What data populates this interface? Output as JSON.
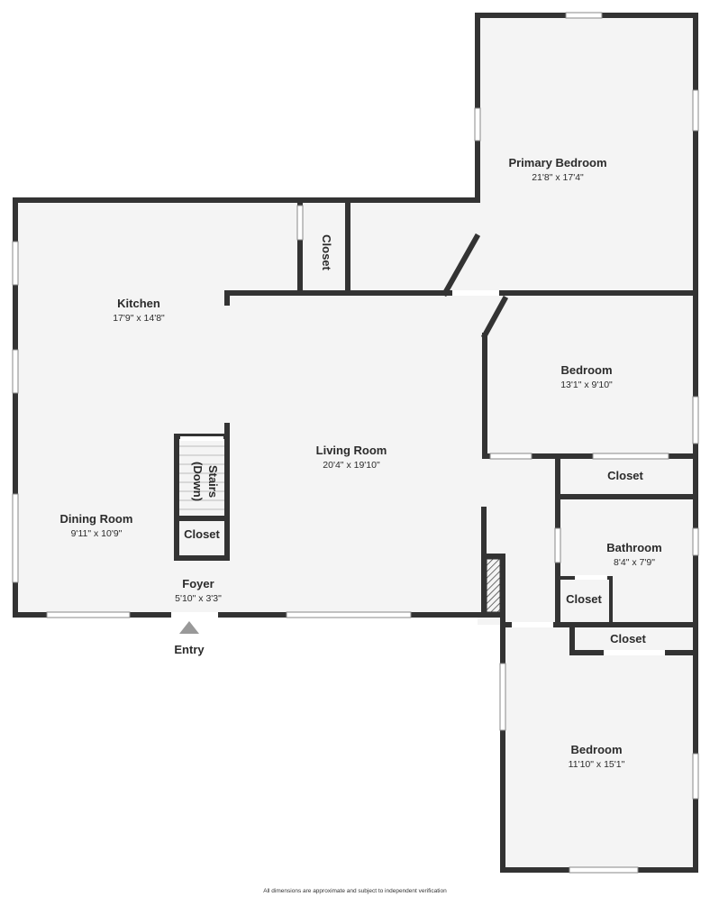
{
  "rooms": {
    "primary_bedroom": {
      "name": "Primary Bedroom",
      "dims": "21'8\" x 17'4\""
    },
    "closet_top": {
      "name": "Closet"
    },
    "kitchen": {
      "name": "Kitchen",
      "dims": "17'9\" x 14'8\""
    },
    "bedroom_right": {
      "name": "Bedroom",
      "dims": "13'1\" x 9'10\""
    },
    "living_room": {
      "name": "Living Room",
      "dims": "20'4\" x 19'10\""
    },
    "stairs": {
      "name": "Stairs",
      "sub": "(Down)"
    },
    "closet_right": {
      "name": "Closet"
    },
    "closet_stairs": {
      "name": "Closet"
    },
    "dining_room": {
      "name": "Dining Room",
      "dims": "9'11\" x 10'9\""
    },
    "bathroom": {
      "name": "Bathroom",
      "dims": "8'4\" x 7'9\""
    },
    "closet_bath": {
      "name": "Closet"
    },
    "foyer": {
      "name": "Foyer",
      "dims": "5'10\" x 3'3\""
    },
    "closet_lower": {
      "name": "Closet"
    },
    "bedroom_bottom": {
      "name": "Bedroom",
      "dims": "11'10\" x 15'1\""
    }
  },
  "entry_label": "Entry",
  "disclaimer": "All dimensions are approximate and subject to independent verification",
  "colors": {
    "wall": "#333333",
    "floor": "#f4f4f4",
    "background": "#ffffff",
    "entry_marker": "#999999"
  }
}
